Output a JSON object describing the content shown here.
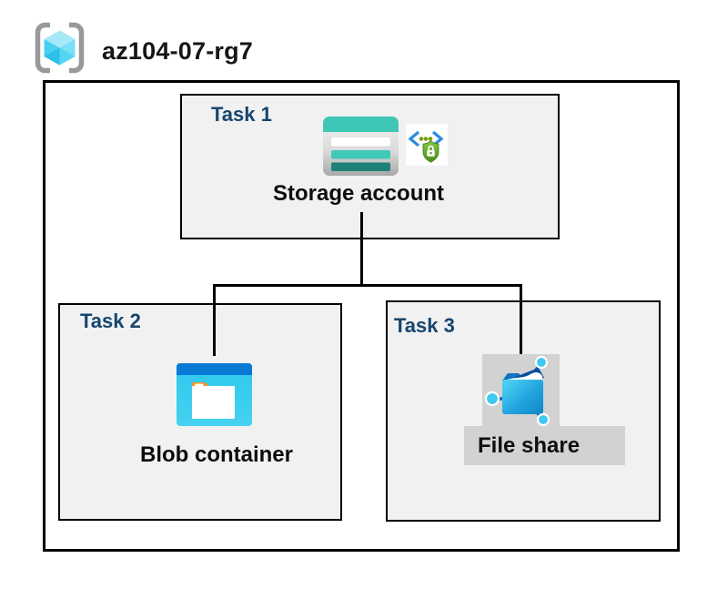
{
  "diagram": {
    "title": "az104-07-rg7",
    "resource_group": {
      "name": "az104-07-rg7",
      "icon": "resource-group-icon"
    },
    "tasks": [
      {
        "label": "Task 1",
        "node": "Storage account",
        "icons": [
          "storage-account-icon",
          "code-shield-lock-icon"
        ]
      },
      {
        "label": "Task 2",
        "node": "Blob container",
        "icons": [
          "blob-container-icon"
        ]
      },
      {
        "label": "Task 3",
        "node": "File share",
        "icons": [
          "file-share-icon"
        ]
      }
    ],
    "connections": [
      {
        "from": "Storage account",
        "to": "Blob container"
      },
      {
        "from": "Storage account",
        "to": "File share"
      }
    ],
    "colors": {
      "task_label": "#17466F",
      "task_box_fill": "#F1F1F1",
      "box_border": "#000000",
      "selection_gray": "#D2D2D2",
      "node_label": "#0D0D0D",
      "storage_teal": "#3EC6B6",
      "storage_dark_teal": "#1E8076",
      "azure_blue": "#0A78D4",
      "cyan": "#35CBEE",
      "shield_green": "#63AC2E",
      "bracket_gray": "#97999B"
    }
  }
}
